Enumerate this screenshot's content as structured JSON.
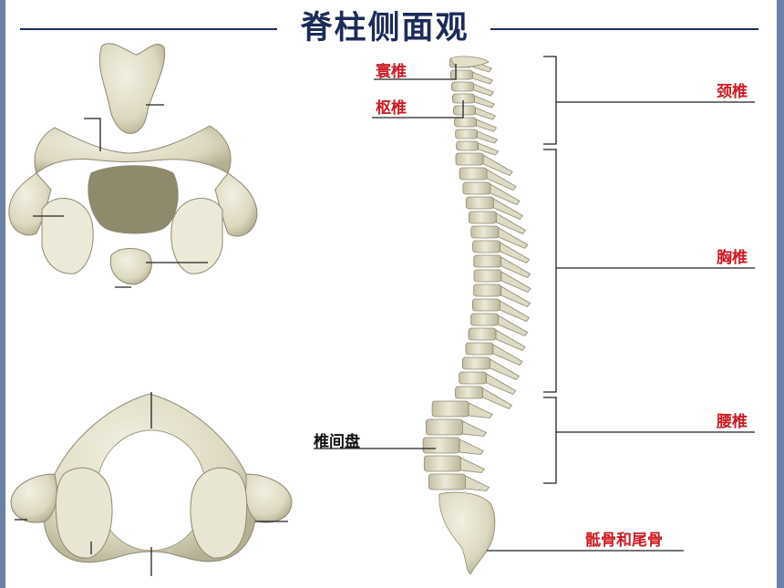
{
  "title": "脊柱侧面观",
  "labels": {
    "atlas": "寰椎",
    "axis": "枢椎",
    "cervical": "颈椎",
    "thoracic": "胸椎",
    "lumbar": "腰椎",
    "disc": "椎间盘",
    "sacrum_coccyx": "骶骨和尾骨"
  },
  "colors": {
    "title": "#1c2c5a",
    "label_red": "#cc1b22",
    "bone": "#e6e3d0",
    "bone_shadow": "#b9b49a",
    "accent_bar": "#6c7fa6"
  }
}
